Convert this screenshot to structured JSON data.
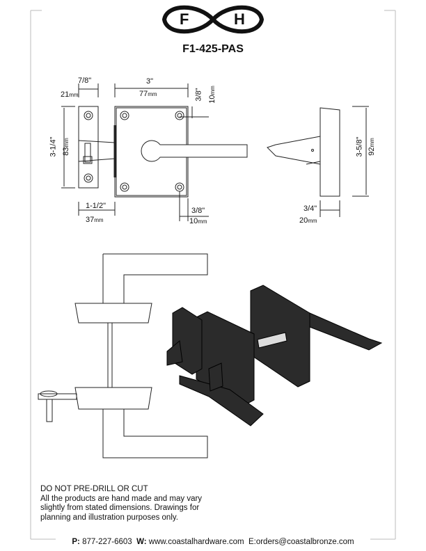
{
  "logo": {
    "left_letter": "F",
    "right_letter": "H"
  },
  "title": "F1-425-PAS",
  "dimensions": {
    "backset_width_in": "7/8\"",
    "backset_width_mm": "21",
    "mm_unit": "mm",
    "plate_width_in": "3\"",
    "plate_width_mm": "77",
    "screw_top_in": "3/8\"",
    "screw_top_mm": "10",
    "height_in": "3-1/4\"",
    "height_mm": "83",
    "latch_in": "1-1/2\"",
    "latch_mm": "37",
    "screw_side_in": "3/8\"",
    "screw_side_mm": "10",
    "side_height_in": "3-5/8\"",
    "side_height_mm": "92",
    "projection_in": "3/4\"",
    "projection_mm": "20"
  },
  "notes": {
    "heading": "DO NOT PRE-DRILL OR CUT",
    "lines": [
      "All the products are hand made and may vary",
      "slightly from stated dimensions. Drawings for",
      "planning and illustration purposes only."
    ]
  },
  "footer": {
    "phone_label": "P:",
    "phone": "877-227-6603",
    "web_label": "W:",
    "web": "www.coastalhardware.com",
    "email_label": "E:",
    "email": "orders@coastalbronze.com"
  }
}
